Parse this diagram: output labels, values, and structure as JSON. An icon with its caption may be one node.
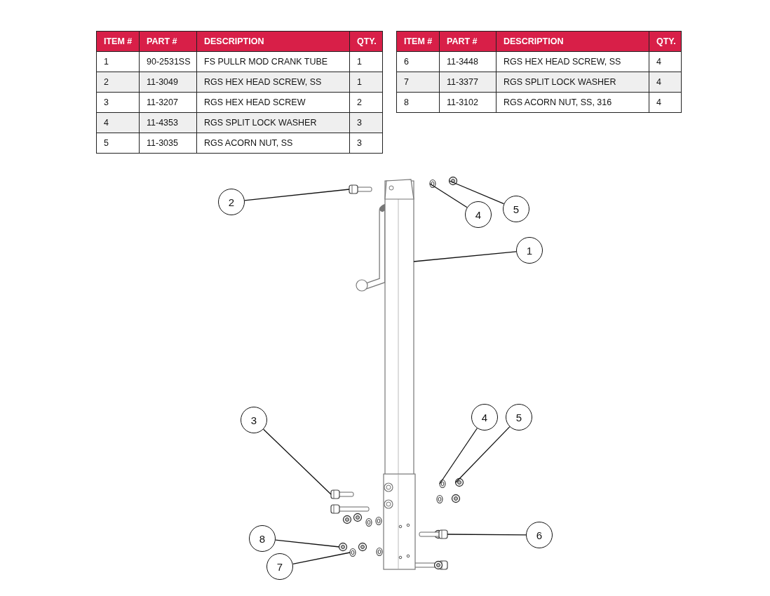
{
  "diagram": {
    "nodes": [
      {
        "text": [
          "2"
        ]
      },
      {
        "text": [
          "4"
        ]
      },
      {
        "text": [
          "5"
        ]
      },
      {
        "text": [
          "1"
        ]
      },
      {
        "text": [
          "3"
        ]
      },
      {
        "text": [
          "4"
        ]
      },
      {
        "text": [
          "5"
        ]
      },
      {
        "text": [
          "6"
        ]
      },
      {
        "text": [
          "8"
        ]
      },
      {
        "text": [
          "7"
        ]
      },
      {
        "text": [],
        "shape": "picture"
      },
      {
        "text": [],
        "shape": "picture"
      },
      {
        "text": [],
        "shape": "picture"
      },
      {
        "text": [],
        "shape": "picture"
      },
      {
        "text": [],
        "shape": "picture"
      },
      {
        "text": [],
        "shape": "picture"
      },
      {
        "text": [],
        "shape": "picture"
      },
      {
        "text": [],
        "shape": "picture"
      },
      {
        "text": [],
        "shape": "picture"
      },
      {
        "text": [],
        "shape": "picture"
      }
    ],
    "edges": [
      {
        "from": 0,
        "to": 10,
        "arrow": "none"
      },
      {
        "from": 1,
        "to": 11,
        "arrow": "none"
      },
      {
        "from": 2,
        "to": 12,
        "arrow": "none"
      },
      {
        "from": 3,
        "to": 13,
        "arrow": "none"
      },
      {
        "from": 4,
        "to": 14,
        "arrow": "none"
      },
      {
        "from": 5,
        "to": 15,
        "arrow": "none"
      },
      {
        "from": 6,
        "to": 16,
        "arrow": "none"
      },
      {
        "from": 7,
        "to": 17,
        "arrow": "none"
      },
      {
        "from": 8,
        "to": 18,
        "arrow": "none"
      },
      {
        "from": 9,
        "to": 19,
        "arrow": "none"
      }
    ],
    "labels": [
      "ITEM #",
      "PART #",
      "DESCRIPTION",
      "QTY.",
      "1",
      "90-2531SS",
      "FS PULLR MOD CRANK TUBE",
      "1",
      "2",
      "11-3049",
      "RGS HEX HEAD SCREW, SS",
      "1",
      "3",
      "11-3207",
      "RGS HEX HEAD SCREW",
      "2",
      "4",
      "11-4353",
      "RGS SPLIT LOCK WASHER",
      "3",
      "5",
      "11-3035",
      "RGS ACORN NUT, SS",
      "3",
      "ITEM #",
      "PART #",
      "DESCRIPTION",
      "QTY.",
      "6",
      "11-3448",
      "RGS HEX HEAD SCREW, SS",
      "4",
      "7",
      "11-3377",
      "RGS SPLIT LOCK WASHER",
      "4",
      "8",
      "11-3102",
      "RGS ACORN NUT, SS, 316",
      "4"
    ]
  }
}
